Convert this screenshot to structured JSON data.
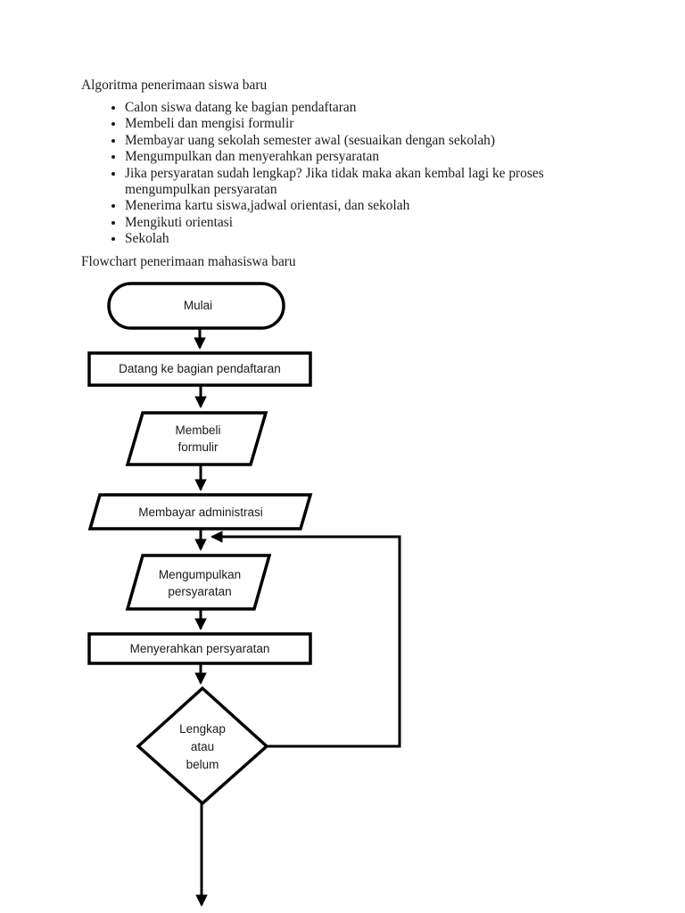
{
  "document": {
    "title": "Algoritma penerimaan siswa baru",
    "bullets": [
      "Calon siswa datang ke bagian pendaftaran",
      "Membeli dan mengisi formulir",
      "Membayar uang sekolah semester awal (sesuaikan dengan sekolah)",
      "Mengumpulkan dan menyerahkan persyaratan",
      "Jika persyaratan sudah lengkap? Jika tidak maka akan kembal lagi ke proses mengumpulkan persyaratan",
      "Menerima kartu siswa,jadwal orientasi, dan sekolah",
      "Mengikuti orientasi",
      "Sekolah"
    ],
    "flowchart_heading": "Flowchart penerimaan mahasiswa baru"
  },
  "flowchart": {
    "colors": {
      "stroke": "#000000",
      "label_text": "#1a1a1a",
      "page_background": "#ffffff"
    },
    "nodes": {
      "start": {
        "type": "terminator",
        "label": "Mulai"
      },
      "registration": {
        "type": "process",
        "label": "Datang ke bagian pendaftaran"
      },
      "buy_form": {
        "type": "input-output",
        "line1": "Membeli",
        "line2": "formulir"
      },
      "pay_admin": {
        "type": "input-output",
        "label": "Membayar administrasi"
      },
      "collect_requirements": {
        "type": "input-output",
        "line1": "Mengumpulkan",
        "line2": "persyaratan"
      },
      "submit_requirements": {
        "type": "process",
        "label": "Menyerahkan persyaratan"
      },
      "complete_check": {
        "type": "decision",
        "line1": "Lengkap",
        "line2": "atau",
        "line3": "belum"
      }
    }
  }
}
